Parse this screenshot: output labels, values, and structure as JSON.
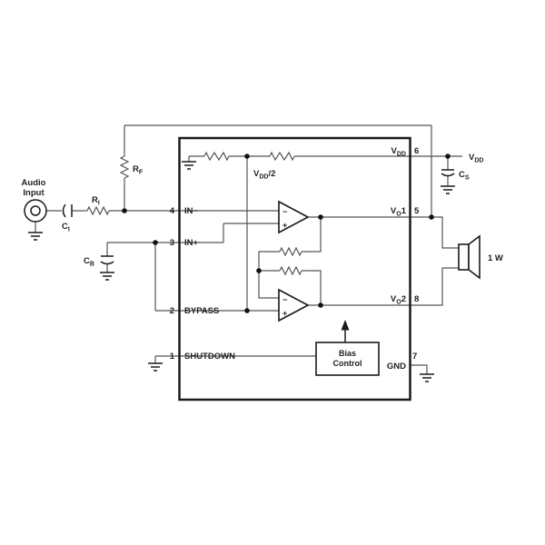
{
  "diagram_type": "audio-amplifier-application-schematic",
  "colors": {
    "background": "#ffffff",
    "wire": "#555555",
    "ink": "#1a1a1a",
    "text": "#1f1f1f"
  },
  "labels": {
    "audio1": "Audio",
    "audio2": "Input",
    "ci_m": "C",
    "ci_s": "I",
    "ri_m": "R",
    "ri_s": "I",
    "rf_m": "R",
    "rf_s": "F",
    "cb_m": "C",
    "cb_s": "B",
    "cs_m": "C",
    "cs_s": "S",
    "vddhalf_m": "V",
    "vddhalf_s": "DD",
    "vddhalf_x": "/2",
    "vddsupply_m": "V",
    "vddsupply_s": "DD",
    "power": "1 W",
    "minus": "−",
    "plus": "+"
  },
  "ic": {
    "left_pins": [
      {
        "number": "4",
        "name": "IN−"
      },
      {
        "number": "3",
        "name": "IN+"
      },
      {
        "number": "2",
        "name": "BYPASS"
      },
      {
        "number": "1",
        "name": "SHUTDOWN"
      }
    ],
    "right_pins": [
      {
        "number": "6",
        "main": "V",
        "sub": "DD",
        "suffix": ""
      },
      {
        "number": "5",
        "main": "V",
        "sub": "O",
        "suffix": "1"
      },
      {
        "number": "8",
        "main": "V",
        "sub": "O",
        "suffix": "2"
      },
      {
        "number": "7",
        "main": "GND",
        "sub": "",
        "suffix": ""
      }
    ],
    "bias_block": {
      "line1": "Bias",
      "line2": "Control"
    }
  }
}
